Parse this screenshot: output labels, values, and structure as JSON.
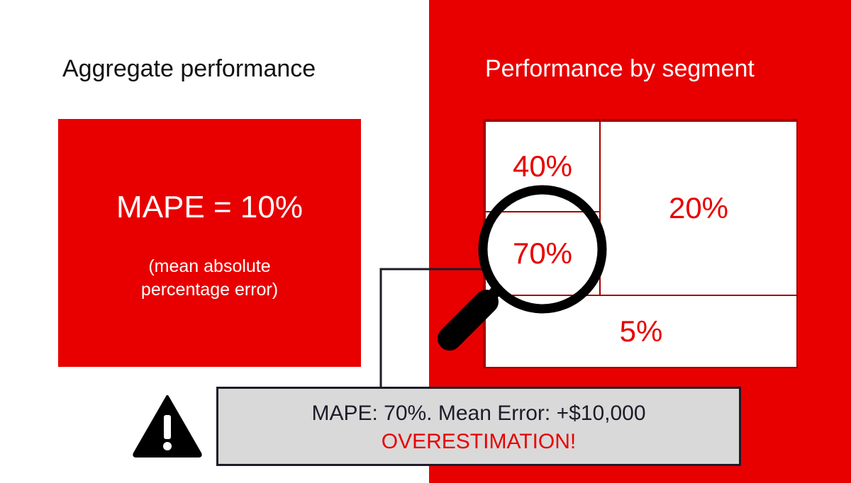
{
  "left": {
    "title": "Aggregate performance",
    "metric": "MAPE = 10%",
    "definition_line1": "(mean absolute",
    "definition_line2": "percentage error)"
  },
  "right": {
    "title": "Performance by segment",
    "segments": [
      {
        "id": "top-left",
        "value": "40%"
      },
      {
        "id": "top-right",
        "value": "20%"
      },
      {
        "id": "middle-left",
        "value": "70%"
      },
      {
        "id": "bottom",
        "value": "5%"
      }
    ]
  },
  "callout": {
    "line1": "MAPE: 70%. Mean Error: +$10,000",
    "line2": "OVERESTIMATION!"
  },
  "icons": {
    "magnifier": "magnifying-glass-icon",
    "warning": "warning-triangle-icon"
  },
  "colors": {
    "accent_red": "#e80000",
    "dark_red_border": "#a30000",
    "callout_bg": "#d9d9d9",
    "dark": "#1c1c2a"
  }
}
